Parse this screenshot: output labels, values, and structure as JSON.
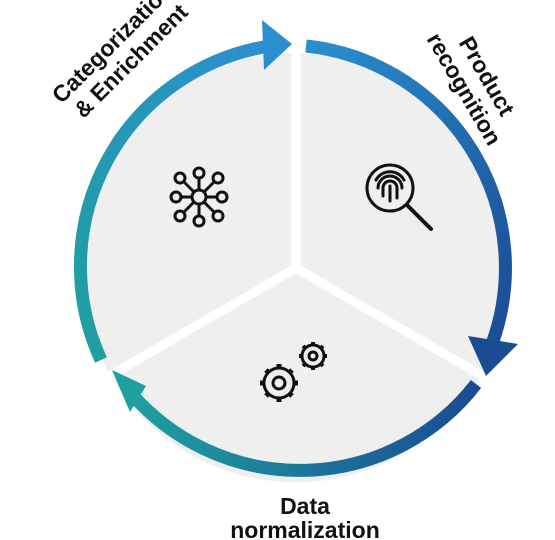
{
  "diagram": {
    "segments": [
      {
        "id": "product-recognition",
        "lines": [
          "Product",
          "recognition"
        ],
        "icon": "fingerprint-search-icon"
      },
      {
        "id": "data-normalization",
        "lines": [
          "Data",
          "normalization"
        ],
        "icon": "gears-icon"
      },
      {
        "id": "categorization-enrichment",
        "lines": [
          "Categorization",
          "& Enrichment"
        ],
        "icon": "network-hub-icon"
      }
    ],
    "colors": {
      "segment_fill": "#EFEFEF",
      "arrow_teal": "#1FA0A0",
      "arrow_cyan": "#2A8FD0",
      "arrow_blue": "#1E5FA8",
      "arrow_navy": "#1A4C94",
      "text": "#111111"
    }
  }
}
